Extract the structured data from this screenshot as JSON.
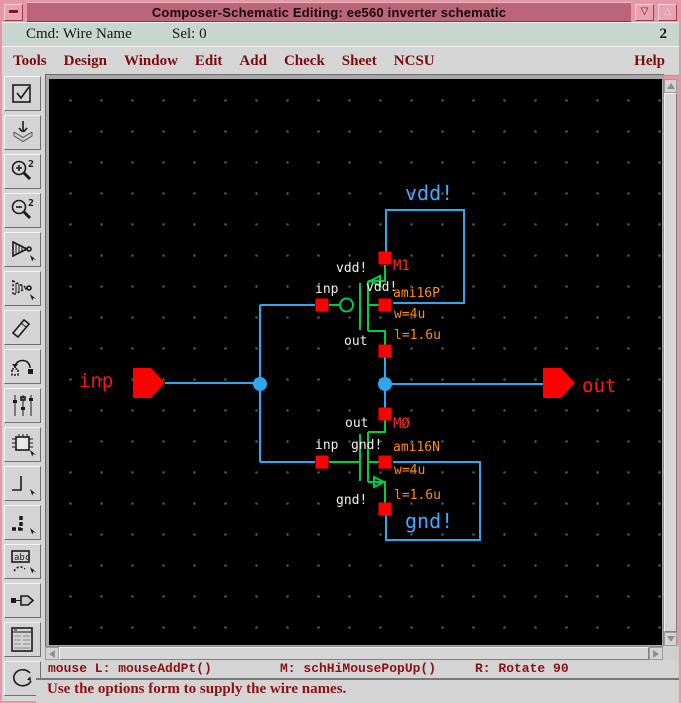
{
  "window": {
    "title": "Composer-Schematic Editing: ee560 inverter schematic",
    "iconify_glyph": "▽",
    "maximize_glyph": "△"
  },
  "cmd_row": {
    "cmd": "Cmd: Wire Name",
    "sel": "Sel: 0",
    "counter": "2"
  },
  "menu": {
    "items": [
      "Tools",
      "Design",
      "Window",
      "Edit",
      "Add",
      "Check",
      "Sheet",
      "NCSU"
    ],
    "help": "Help"
  },
  "toolbar": {
    "icons": [
      "check-save-icon",
      "save-icon",
      "zoom-in-2x-icon",
      "zoom-out-2x-icon",
      "stretch-icon",
      "copy-icon",
      "delete-icon",
      "undo-icon",
      "property-icon",
      "instance-icon",
      "wire-icon",
      "wide-wire-icon",
      "wire-name-icon",
      "pin-icon",
      "cmd-options-icon",
      "rotate-icon"
    ]
  },
  "schematic": {
    "colors": {
      "wire_blue": "#2fa7f0",
      "device_green": "#00cc44",
      "terminal_red": "#ff0000",
      "param_orange": "#ff8c1a",
      "net_label_blue": "#45a8ff",
      "pin_label_red": "#ff1515",
      "net_text_white": "#f0f0e6"
    },
    "labels": [
      {
        "name": "pin-label-inp",
        "text": "inp"
      },
      {
        "name": "pin-label-out",
        "text": "out"
      },
      {
        "name": "net-label-vdd",
        "text": "vdd!"
      },
      {
        "name": "net-label-gnd",
        "text": "gnd!"
      },
      {
        "name": "m1-name",
        "text": "M1"
      },
      {
        "name": "m1-model",
        "text": "ami16P"
      },
      {
        "name": "m1-width",
        "text": "w=4u"
      },
      {
        "name": "m1-length",
        "text": "l=1.6u"
      },
      {
        "name": "m1-source-net",
        "text": "vdd!"
      },
      {
        "name": "m1-gate-net",
        "text": "inp"
      },
      {
        "name": "m1-bulk-net",
        "text": "vdd!"
      },
      {
        "name": "m1-drain-net",
        "text": "out"
      },
      {
        "name": "m0-name",
        "text": "MØ"
      },
      {
        "name": "m0-model",
        "text": "ami16N"
      },
      {
        "name": "m0-width",
        "text": "w=4u"
      },
      {
        "name": "m0-length",
        "text": "l=1.6u"
      },
      {
        "name": "m0-drain-net",
        "text": "out"
      },
      {
        "name": "m0-gate-net",
        "text": "inp"
      },
      {
        "name": "m0-bulk-net",
        "text": "gnd!"
      },
      {
        "name": "m0-source-net",
        "text": "gnd!"
      }
    ],
    "devices": [
      {
        "name": "M1",
        "model": "ami16P",
        "w": "4u",
        "l": "1.6u",
        "type": "pmos"
      },
      {
        "name": "MØ",
        "model": "ami16N",
        "w": "4u",
        "l": "1.6u",
        "type": "nmos"
      }
    ],
    "nets": [
      "vdd!",
      "gnd!",
      "inp",
      "out"
    ]
  },
  "status_bar": {
    "left": "mouse L: mouseAddPt()",
    "middle": "M: schHiMousePopUp()",
    "right": "R: Rotate 90"
  },
  "message_bar": {
    "text": "Use the options form to supply the wire names."
  }
}
